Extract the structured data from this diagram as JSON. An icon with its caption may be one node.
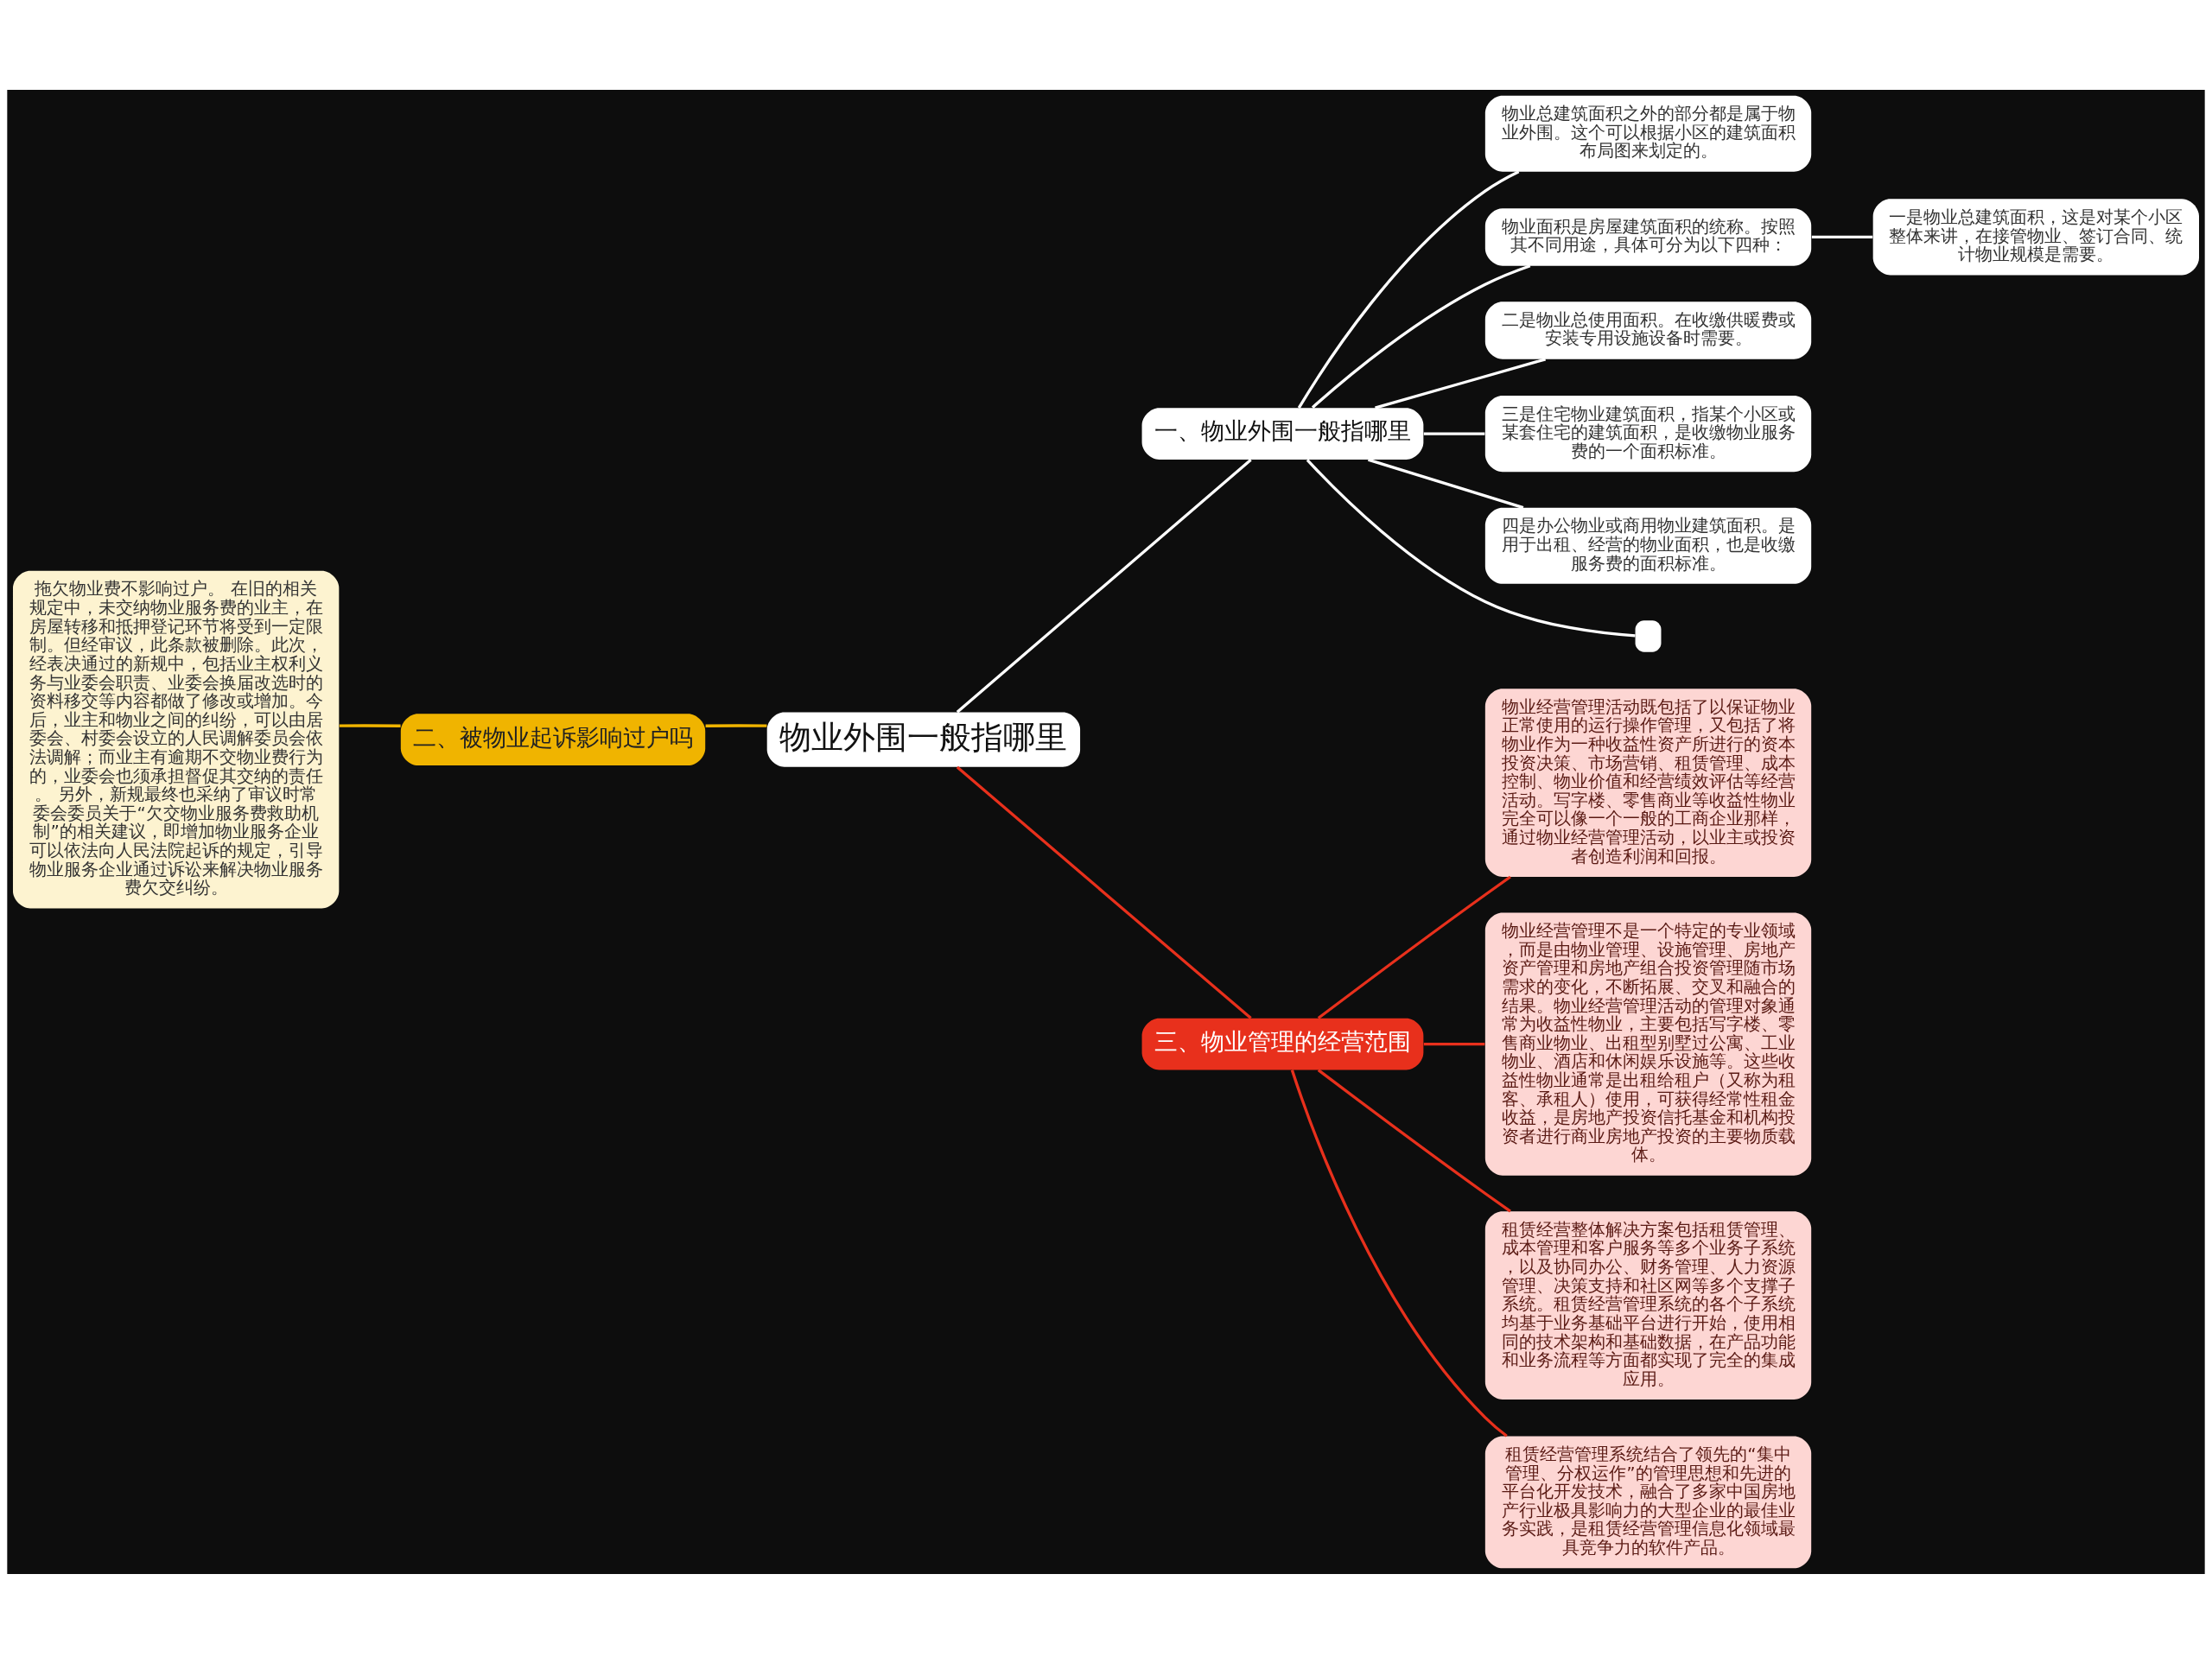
{
  "diagram": {
    "nodes": [
      {
        "text": [
          "物业外围一般指哪里"
        ]
      },
      {
        "text": [
          "一、物业外围一般指哪里"
        ]
      },
      {
        "text": [
          "物业总建筑面积之外的部分都是属于物业外围。这个可以根据小区的建筑面积布局图来划定的。"
        ]
      },
      {
        "text": [
          "物业面积是房屋建筑面积的统称。按照其不同用途，具体可分为以下四种："
        ]
      },
      {
        "text": [
          "一是物业总建筑面积，这是对某个小区整体来讲，在接管物业、签订合同、统计物业规模是需要。"
        ]
      },
      {
        "text": [
          "二是物业总使用面积。在收缴供暖费或安装专用设施设备时需要。"
        ]
      },
      {
        "text": [
          "三是住宅物业建筑面积，指某个小区或某套住宅的建筑面积，是收缴物业服务费的一个面积标准。"
        ]
      },
      {
        "text": [
          "四是办公物业或商用物业建筑面积。是用于出租、经营的物业面积，也是收缴服务费的面积标准。"
        ]
      },
      {
        "text": [],
        "shape": "box"
      },
      {
        "text": [
          "二、被物业起诉影响过户吗"
        ]
      },
      {
        "text": [
          "拖欠物业费不影响过户。 在旧的相关规定中，未交纳物业服务费的业主，在房屋转移和抵押登记环节将受到一定限制。但经审议，此条款被删除。此次，经表决通过的新规中，包括业主权利义务与业委会职责、业委会换届改选时的资料移交等内容都做了修改或增加。今后，业主和物业之间的纠纷，可以由居委会、村委会设立的人民调解委员会依法调解；而业主有逾期不交物业费行为的，业委会也须承担督促其交纳的责任。 另外，新规最终也采纳了审议时常委会委员关于“欠交物业服务费救助机制”的相关建议，即增加物业服务企业可以依法向人民法院起诉的规定，引导物业服务企业通过诉讼来解决物业服务费欠交纠纷。"
        ]
      },
      {
        "text": [
          "三、物业管理的经营范围"
        ]
      },
      {
        "text": [
          "物业经营管理活动既包括了以保证物业正常使用的运行操作管理，又包括了将物业作为一种收益性资产所进行的资本投资决策、市场营销、租赁管理、成本控制、物业价值和经营绩效评估等经营活动。写字楼、零售商业等收益性物业完全可以像一个一般的工商企业那样，通过物业经营管理活动，以业主或投资者创造利润和回报。"
        ]
      },
      {
        "text": [
          "物业经营管理不是一个特定的专业领域，而是由物业管理、设施管理、房地产资产管理和房地产组合投资管理随市场需求的变化，不断拓展、交叉和融合的结果。物业经营管理活动的管理对象通常为收益性物业，主要包括写字楼、零售商业物业、出租型别墅过公寓、工业物业、酒店和休闲娱乐设施等。这些收益性物业通常是出租给租户（又称为租客、承租人）使用，可获得经常性租金收益，是房地产投资信托基金和机构投资者进行商业房地产投资的主要物质载体。"
        ]
      },
      {
        "text": [
          "租赁经营整体解决方案包括租赁管理、成本管理和客户服务等多个业务子系统，以及协同办公、财务管理、人力资源管理、决策支持和社区网等多个支撑子系统。租赁经营管理系统的各个子系统均基于业务基础平台进行开始，使用相同的技术架构和基础数据，在产品功能和业务流程等方面都实现了完全的集成应用。"
        ]
      },
      {
        "text": [
          "租赁经营管理系统结合了领先的“集中管理、分权运作”的管理思想和先进的平台化开发技术，融合了多家中国房地产行业极具影响力的大型企业的最佳业务实践，是租赁经营管理信息化领域最具竞争力的软件产品。"
        ]
      }
    ],
    "edges": [
      {
        "from": 0,
        "to": 1,
        "arrow": "none"
      },
      {
        "from": 1,
        "to": 2,
        "arrow": "none"
      },
      {
        "from": 1,
        "to": 3,
        "arrow": "none"
      },
      {
        "from": 3,
        "to": 4,
        "arrow": "none"
      },
      {
        "from": 1,
        "to": 5,
        "arrow": "none"
      },
      {
        "from": 1,
        "to": 6,
        "arrow": "none"
      },
      {
        "from": 1,
        "to": 7,
        "arrow": "none"
      },
      {
        "from": 1,
        "to": 8,
        "arrow": "none"
      },
      {
        "from": 0,
        "to": 9,
        "arrow": "none",
        "color": "#f0b400"
      },
      {
        "from": 9,
        "to": 10,
        "arrow": "none",
        "color": "#f0b400"
      },
      {
        "from": 0,
        "to": 11,
        "arrow": "none",
        "color": "#e8301c"
      },
      {
        "from": 11,
        "to": 12,
        "arrow": "none",
        "color": "#e8301c"
      },
      {
        "from": 11,
        "to": 13,
        "arrow": "none",
        "color": "#e8301c"
      },
      {
        "from": 11,
        "to": 14,
        "arrow": "none",
        "color": "#e8301c"
      },
      {
        "from": 11,
        "to": 15,
        "arrow": "none",
        "color": "#e8301c"
      }
    ]
  }
}
